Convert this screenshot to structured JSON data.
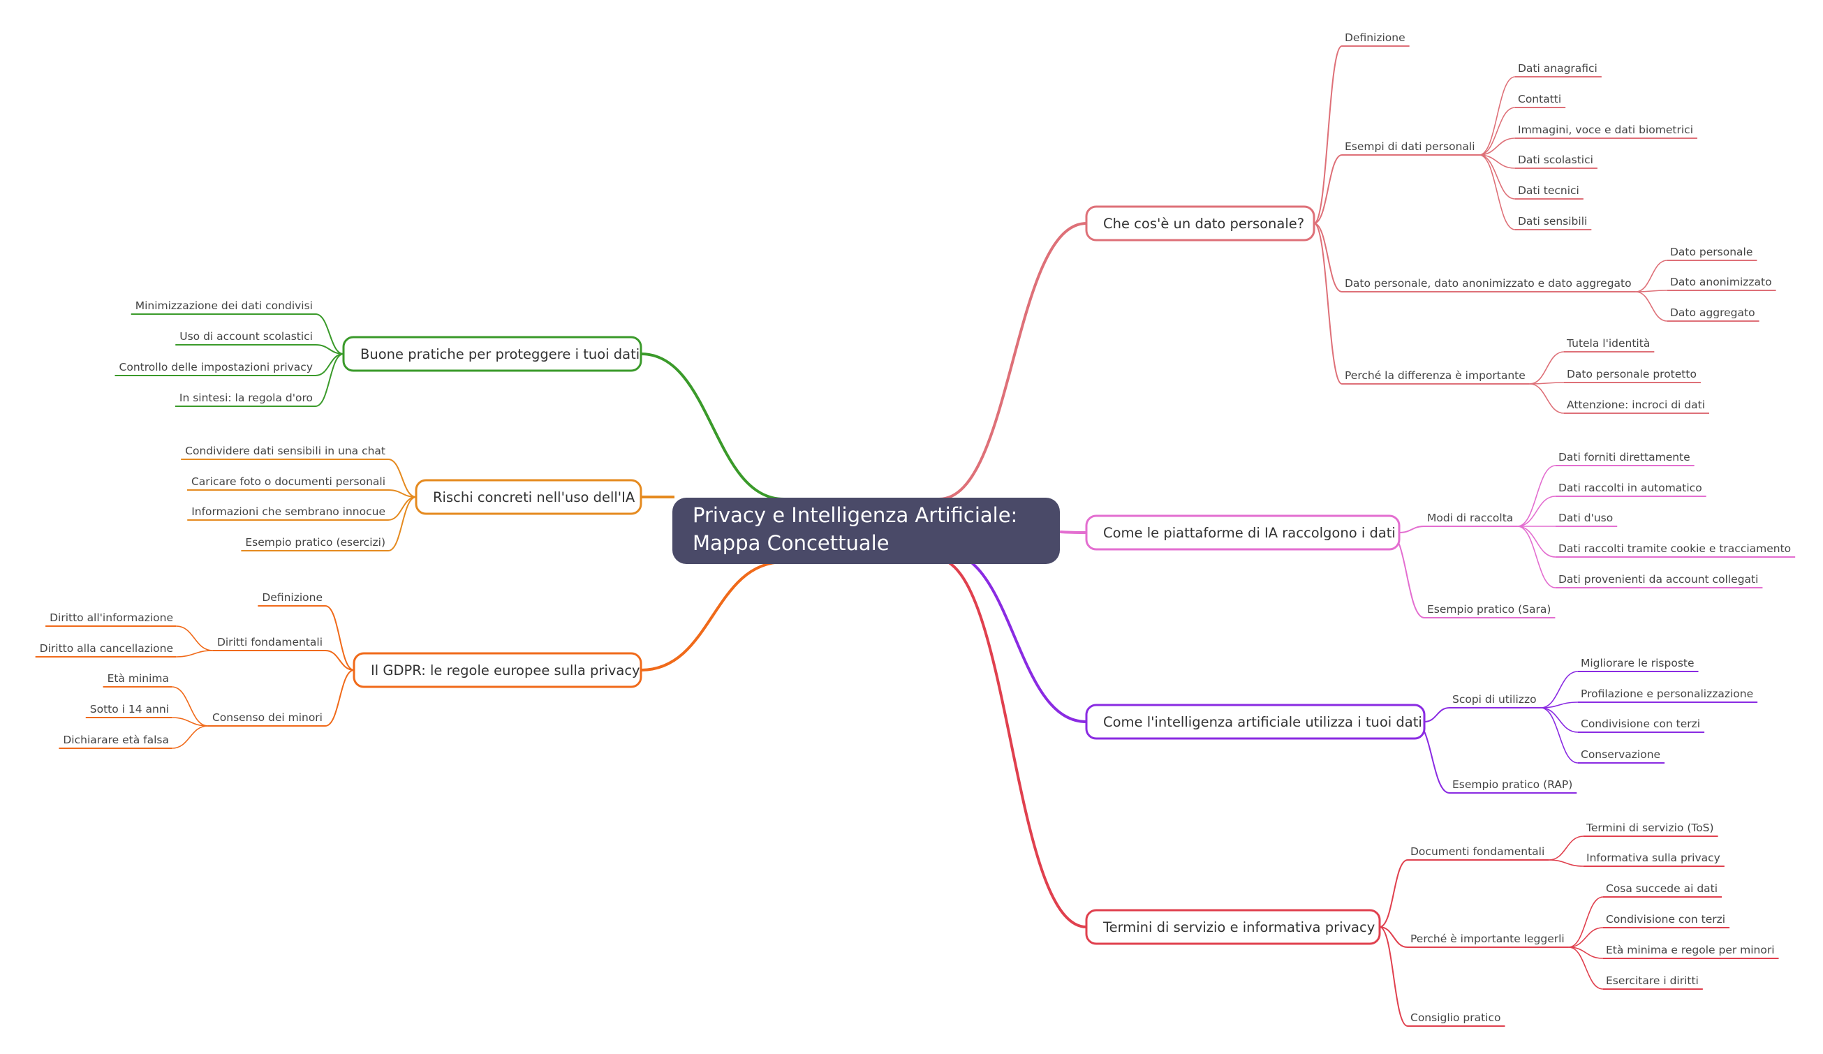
{
  "root": {
    "line1": "Privacy e Intelligenza Artificiale:",
    "line2": "Mappa Concettuale"
  },
  "branches": {
    "b1": {
      "title": "Che cos'è un dato personale?",
      "color": "#de7078",
      "s1": {
        "label": "Definizione"
      },
      "s2": {
        "label": "Esempi di dati personali",
        "children": [
          "Dati anagrafici",
          "Contatti",
          "Immagini, voce e dati biometrici",
          "Dati scolastici",
          "Dati tecnici",
          "Dati sensibili"
        ]
      },
      "s3": {
        "label": "Dato personale, dato anonimizzato e dato aggregato",
        "children": [
          "Dato personale",
          "Dato anonimizzato",
          "Dato aggregato"
        ]
      },
      "s4": {
        "label": "Perché la differenza è importante",
        "children": [
          "Tutela l'identità",
          "Dato personale protetto",
          "Attenzione: incroci di dati"
        ]
      }
    },
    "b2": {
      "title": "Come le piattaforme di IA raccolgono i dati",
      "color": "#e36ed0",
      "s1": {
        "label": "Modi di raccolta",
        "children": [
          "Dati forniti direttamente",
          "Dati raccolti in automatico",
          "Dati d'uso",
          "Dati raccolti tramite cookie e tracciamento",
          "Dati provenienti da account collegati"
        ]
      },
      "s2": {
        "label": "Esempio pratico (Sara)"
      }
    },
    "b3": {
      "title": "Come l'intelligenza artificiale utilizza i tuoi dati",
      "color": "#8a2be2",
      "s1": {
        "label": "Scopi di utilizzo",
        "children": [
          "Migliorare le risposte",
          "Profilazione e personalizzazione",
          "Condivisione con terzi",
          "Conservazione"
        ]
      },
      "s2": {
        "label": "Esempio pratico (RAP)"
      }
    },
    "b4": {
      "title": "Termini di servizio e informativa privacy",
      "color": "#e0404e",
      "s1": {
        "label": "Documenti fondamentali",
        "children": [
          "Termini di servizio (ToS)",
          "Informativa sulla privacy"
        ]
      },
      "s2": {
        "label": "Perché è importante leggerli",
        "children": [
          "Cosa succede ai dati",
          "Condivisione con terzi",
          "Età minima e regole per minori",
          "Esercitare i diritti"
        ]
      },
      "s3": {
        "label": "Consiglio pratico"
      }
    },
    "b5": {
      "title": "Buone pratiche per proteggere i tuoi dati",
      "color": "#3a9a2a",
      "children": [
        "Minimizzazione dei dati condivisi",
        "Uso di account scolastici",
        "Controllo delle impostazioni privacy",
        "In sintesi: la regola d'oro"
      ]
    },
    "b6": {
      "title": "Rischi concreti nell'uso dell'IA",
      "color": "#e58a1f",
      "children": [
        "Condividere dati sensibili in una chat",
        "Caricare foto o documenti personali",
        "Informazioni che sembrano innocue",
        "Esempio pratico (esercizi)"
      ]
    },
    "b7": {
      "title": "Il GDPR: le regole europee sulla privacy",
      "color": "#f06a1a",
      "s1": {
        "label": "Definizione"
      },
      "s2": {
        "label": "Diritti fondamentali",
        "children": [
          "Diritto all'informazione",
          "Diritto alla cancellazione"
        ]
      },
      "s3": {
        "label": "Consenso dei minori",
        "children": [
          "Età minima",
          "Sotto i 14 anni",
          "Dichiarare età falsa"
        ]
      }
    }
  },
  "colors": {
    "root_fill": "#4a4a68",
    "root_text": "#ffffff"
  }
}
